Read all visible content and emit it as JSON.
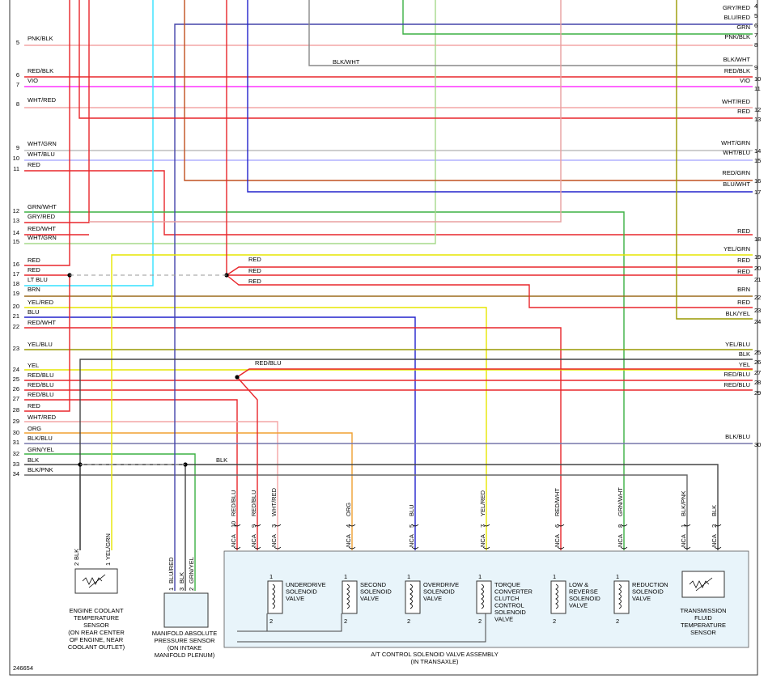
{
  "figure_id": "246654",
  "colors": {
    "RED": "#e8262b",
    "BLK": "#444444",
    "WHT": "#bdbdbd",
    "VIO": "#ff33ff",
    "PNK": "#f4a6a6",
    "GRN": "#3cb043",
    "YEL": "#e6e600",
    "BLU": "#2222cc",
    "LTBLU": "#33e0ff",
    "ORG": "#f0a030",
    "GRY": "#999999",
    "BRN": "#9b6a1c",
    "OLIVE": "#999900",
    "LTGRN": "#a6d98a",
    "DRKRED": "#c0392b"
  },
  "left_pins": [
    {
      "n": "5",
      "label": "PNK/BLK"
    },
    {
      "n": "6",
      "label": "RED/BLK"
    },
    {
      "n": "7",
      "label": "VIO"
    },
    {
      "n": "8",
      "label": "WHT/RED"
    },
    {
      "n": "9",
      "label": "WHT/GRN"
    },
    {
      "n": "10",
      "label": "WHT/BLU"
    },
    {
      "n": "11",
      "label": "RED"
    },
    {
      "n": "12",
      "label": "GRN/WHT"
    },
    {
      "n": "13",
      "label": "GRY/RED"
    },
    {
      "n": "14",
      "label": "RED/WHT"
    },
    {
      "n": "15",
      "label": "WHT/GRN"
    },
    {
      "n": "16",
      "label": "RED"
    },
    {
      "n": "17",
      "label": "RED"
    },
    {
      "n": "18",
      "label": "LT BLU"
    },
    {
      "n": "19",
      "label": "BRN"
    },
    {
      "n": "20",
      "label": "YEL/RED"
    },
    {
      "n": "21",
      "label": "BLU"
    },
    {
      "n": "22",
      "label": "RED/WHT"
    },
    {
      "n": "23",
      "label": "YEL/BLU"
    },
    {
      "n": "24",
      "label": "YEL"
    },
    {
      "n": "25",
      "label": "RED/BLU"
    },
    {
      "n": "26",
      "label": "RED/BLU"
    },
    {
      "n": "27",
      "label": "RED/BLU"
    },
    {
      "n": "28",
      "label": "RED"
    },
    {
      "n": "29",
      "label": "WHT/RED"
    },
    {
      "n": "30",
      "label": "ORG"
    },
    {
      "n": "31",
      "label": "BLK/BLU"
    },
    {
      "n": "32",
      "label": "GRN/YEL"
    },
    {
      "n": "33",
      "label": "BLK"
    },
    {
      "n": "34",
      "label": "BLK/PNK"
    }
  ],
  "right_pins": [
    {
      "n": "4",
      "label": "BLK/WHT"
    },
    {
      "n": "5",
      "label": "GRY/RED"
    },
    {
      "n": "6",
      "label": "BLU/RED"
    },
    {
      "n": "7",
      "label": "GRN"
    },
    {
      "n": "8",
      "label": "PNK/BLK"
    },
    {
      "n": "9",
      "label": "BLK/WHT"
    },
    {
      "n": "10",
      "label": "RED/BLK"
    },
    {
      "n": "11",
      "label": "VIO"
    },
    {
      "n": "12",
      "label": "WHT/RED"
    },
    {
      "n": "13",
      "label": "RED"
    },
    {
      "n": "14",
      "label": "WHT/GRN"
    },
    {
      "n": "15",
      "label": "WHT/BLU"
    },
    {
      "n": "16",
      "label": "RED/GRN"
    },
    {
      "n": "17",
      "label": "BLU/WHT"
    },
    {
      "n": "18",
      "label": "RED"
    },
    {
      "n": "19",
      "label": "YEL/GRN"
    },
    {
      "n": "20",
      "label": "RED"
    },
    {
      "n": "21",
      "label": "RED"
    },
    {
      "n": "22",
      "label": "BRN"
    },
    {
      "n": "23",
      "label": "RED"
    },
    {
      "n": "24",
      "label": "BLK/YEL"
    },
    {
      "n": "25",
      "label": "YEL/BLU"
    },
    {
      "n": "26",
      "label": "BLK"
    },
    {
      "n": "27",
      "label": "YEL"
    },
    {
      "n": "28",
      "label": "RED/BLU"
    },
    {
      "n": "29",
      "label": "RED/BLU"
    },
    {
      "n": "30",
      "label": "BLK/BLU"
    }
  ],
  "splice_labels": {
    "blk_wht_mid": "BLK/WHT",
    "red_a": "RED",
    "red_b": "RED",
    "red_c": "RED",
    "red_blu_mid": "RED/BLU",
    "blk_mid": "BLK"
  },
  "connector_pins": [
    {
      "nca": "NCA",
      "pin": "10",
      "wire": "RED/BLU"
    },
    {
      "nca": "NCA",
      "pin": "9",
      "wire": "RED/BLU"
    },
    {
      "nca": "NCA",
      "pin": "3",
      "wire": "WHT/RED"
    },
    {
      "nca": "NCA",
      "pin": "4",
      "wire": "ORG"
    },
    {
      "nca": "NCA",
      "pin": "5",
      "wire": "BLU"
    },
    {
      "nca": "NCA",
      "pin": "7",
      "wire": "YEL/RED"
    },
    {
      "nca": "NCA",
      "pin": "6",
      "wire": "RED/WHT"
    },
    {
      "nca": "NCA",
      "pin": "8",
      "wire": "GRN/WHT"
    },
    {
      "nca": "NCA",
      "pin": "1",
      "wire": "BLK/PNK"
    },
    {
      "nca": "NCA",
      "pin": "2",
      "wire": "BLK"
    }
  ],
  "solenoids": [
    {
      "lines": [
        "UNDERDRIVE",
        "SOLENOID",
        "VALVE"
      ]
    },
    {
      "lines": [
        "SECOND",
        "SOLENOID",
        "VALVE"
      ]
    },
    {
      "lines": [
        "OVERDRIVE",
        "SOLENOID",
        "VALVE"
      ]
    },
    {
      "lines": [
        "TORQUE",
        "CONVERTER",
        "CLUTCH",
        "CONTROL",
        "SOLENOID",
        "VALVE"
      ]
    },
    {
      "lines": [
        "LOW &",
        "REVERSE",
        "SOLENOID",
        "VALVE"
      ]
    },
    {
      "lines": [
        "REDUCTION",
        "SOLENOID",
        "VALVE"
      ]
    }
  ],
  "tft_sensor": {
    "lines": [
      "TRANSMISSION",
      "FLUID",
      "TEMPERATURE",
      "SENSOR"
    ]
  },
  "assembly": {
    "lines": [
      "A/T CONTROL SOLENOID VALVE ASSEMBLY",
      "(IN TRANSAXLE)"
    ]
  },
  "ect_sensor": {
    "pins": [
      {
        "pin": "2",
        "wire": "BLK"
      },
      {
        "pin": "1",
        "wire": "YEL/GRN"
      }
    ],
    "lines": [
      "ENGINE COOLANT",
      "TEMPERATURE",
      "SENSOR",
      "(ON REAR CENTER",
      "OF ENGINE, NEAR",
      "COOLANT OUTLET)"
    ]
  },
  "map_sensor": {
    "pins": [
      {
        "pin": "1",
        "wire": "BLU/RED"
      },
      {
        "pin": "3",
        "wire": "BLK"
      },
      {
        "pin": "2",
        "wire": "GRN/YEL"
      }
    ],
    "lines": [
      "MANIFOLD ABSOLUTE",
      "PRESSURE SENSOR",
      "(ON INTAKE",
      "MANIFOLD PLENUM)"
    ]
  }
}
